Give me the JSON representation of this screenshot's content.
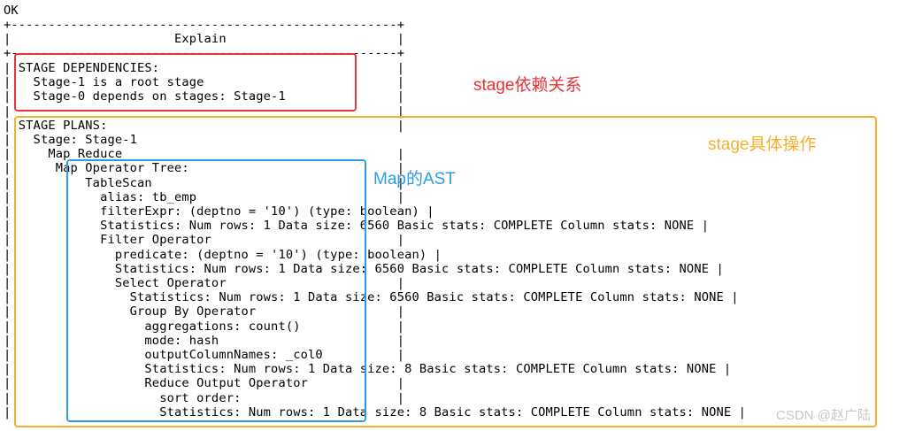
{
  "status": "OK",
  "table": {
    "border_top": "+----------------------------------------------------+",
    "header_row": "|                      Explain                       |",
    "border_sep": "+----------------------------------------------------+"
  },
  "explain_lines": [
    "| STAGE DEPENDENCIES:                                |",
    "|   Stage-1 is a root stage                          |",
    "|   Stage-0 depends on stages: Stage-1               |",
    "|                                                    |",
    "| STAGE PLANS:                                       |",
    "|   Stage: Stage-1",
    "|     Map Reduce                                     |",
    "|      Map Operator Tree:                            |",
    "|          TableScan                                 |",
    "|            alias: tb_emp                           |",
    "|            filterExpr: (deptno = '10') (type: boolean) |",
    "|            Statistics: Num rows: 1 Data size: 6560 Basic stats: COMPLETE Column stats: NONE |",
    "|            Filter Operator                         |",
    "|              predicate: (deptno = '10') (type: boolean) |",
    "|              Statistics: Num rows: 1 Data size: 6560 Basic stats: COMPLETE Column stats: NONE |",
    "|              Select Operator                       |",
    "|                Statistics: Num rows: 1 Data size: 6560 Basic stats: COMPLETE Column stats: NONE |",
    "|                Group By Operator                   |",
    "|                  aggregations: count()             |",
    "|                  mode: hash                        |",
    "|                  outputColumnNames: _col0          |",
    "|                  Statistics: Num rows: 1 Data size: 8 Basic stats: COMPLETE Column stats: NONE |",
    "|                  Reduce Output Operator            |",
    "|                    sort order:                     |",
    "|                    Statistics: Num rows: 1 Data size: 8 Basic stats: COMPLETE Column stats: NONE |"
  ],
  "annotations": {
    "dependencies": "stage依赖关系",
    "plans": "stage具体操作",
    "map_ast": "Map的AST"
  },
  "watermark": "CSDN @赵广陆",
  "colors": {
    "red": "#e8333a",
    "orange": "#f5b12e",
    "blue": "#2e9be6"
  }
}
